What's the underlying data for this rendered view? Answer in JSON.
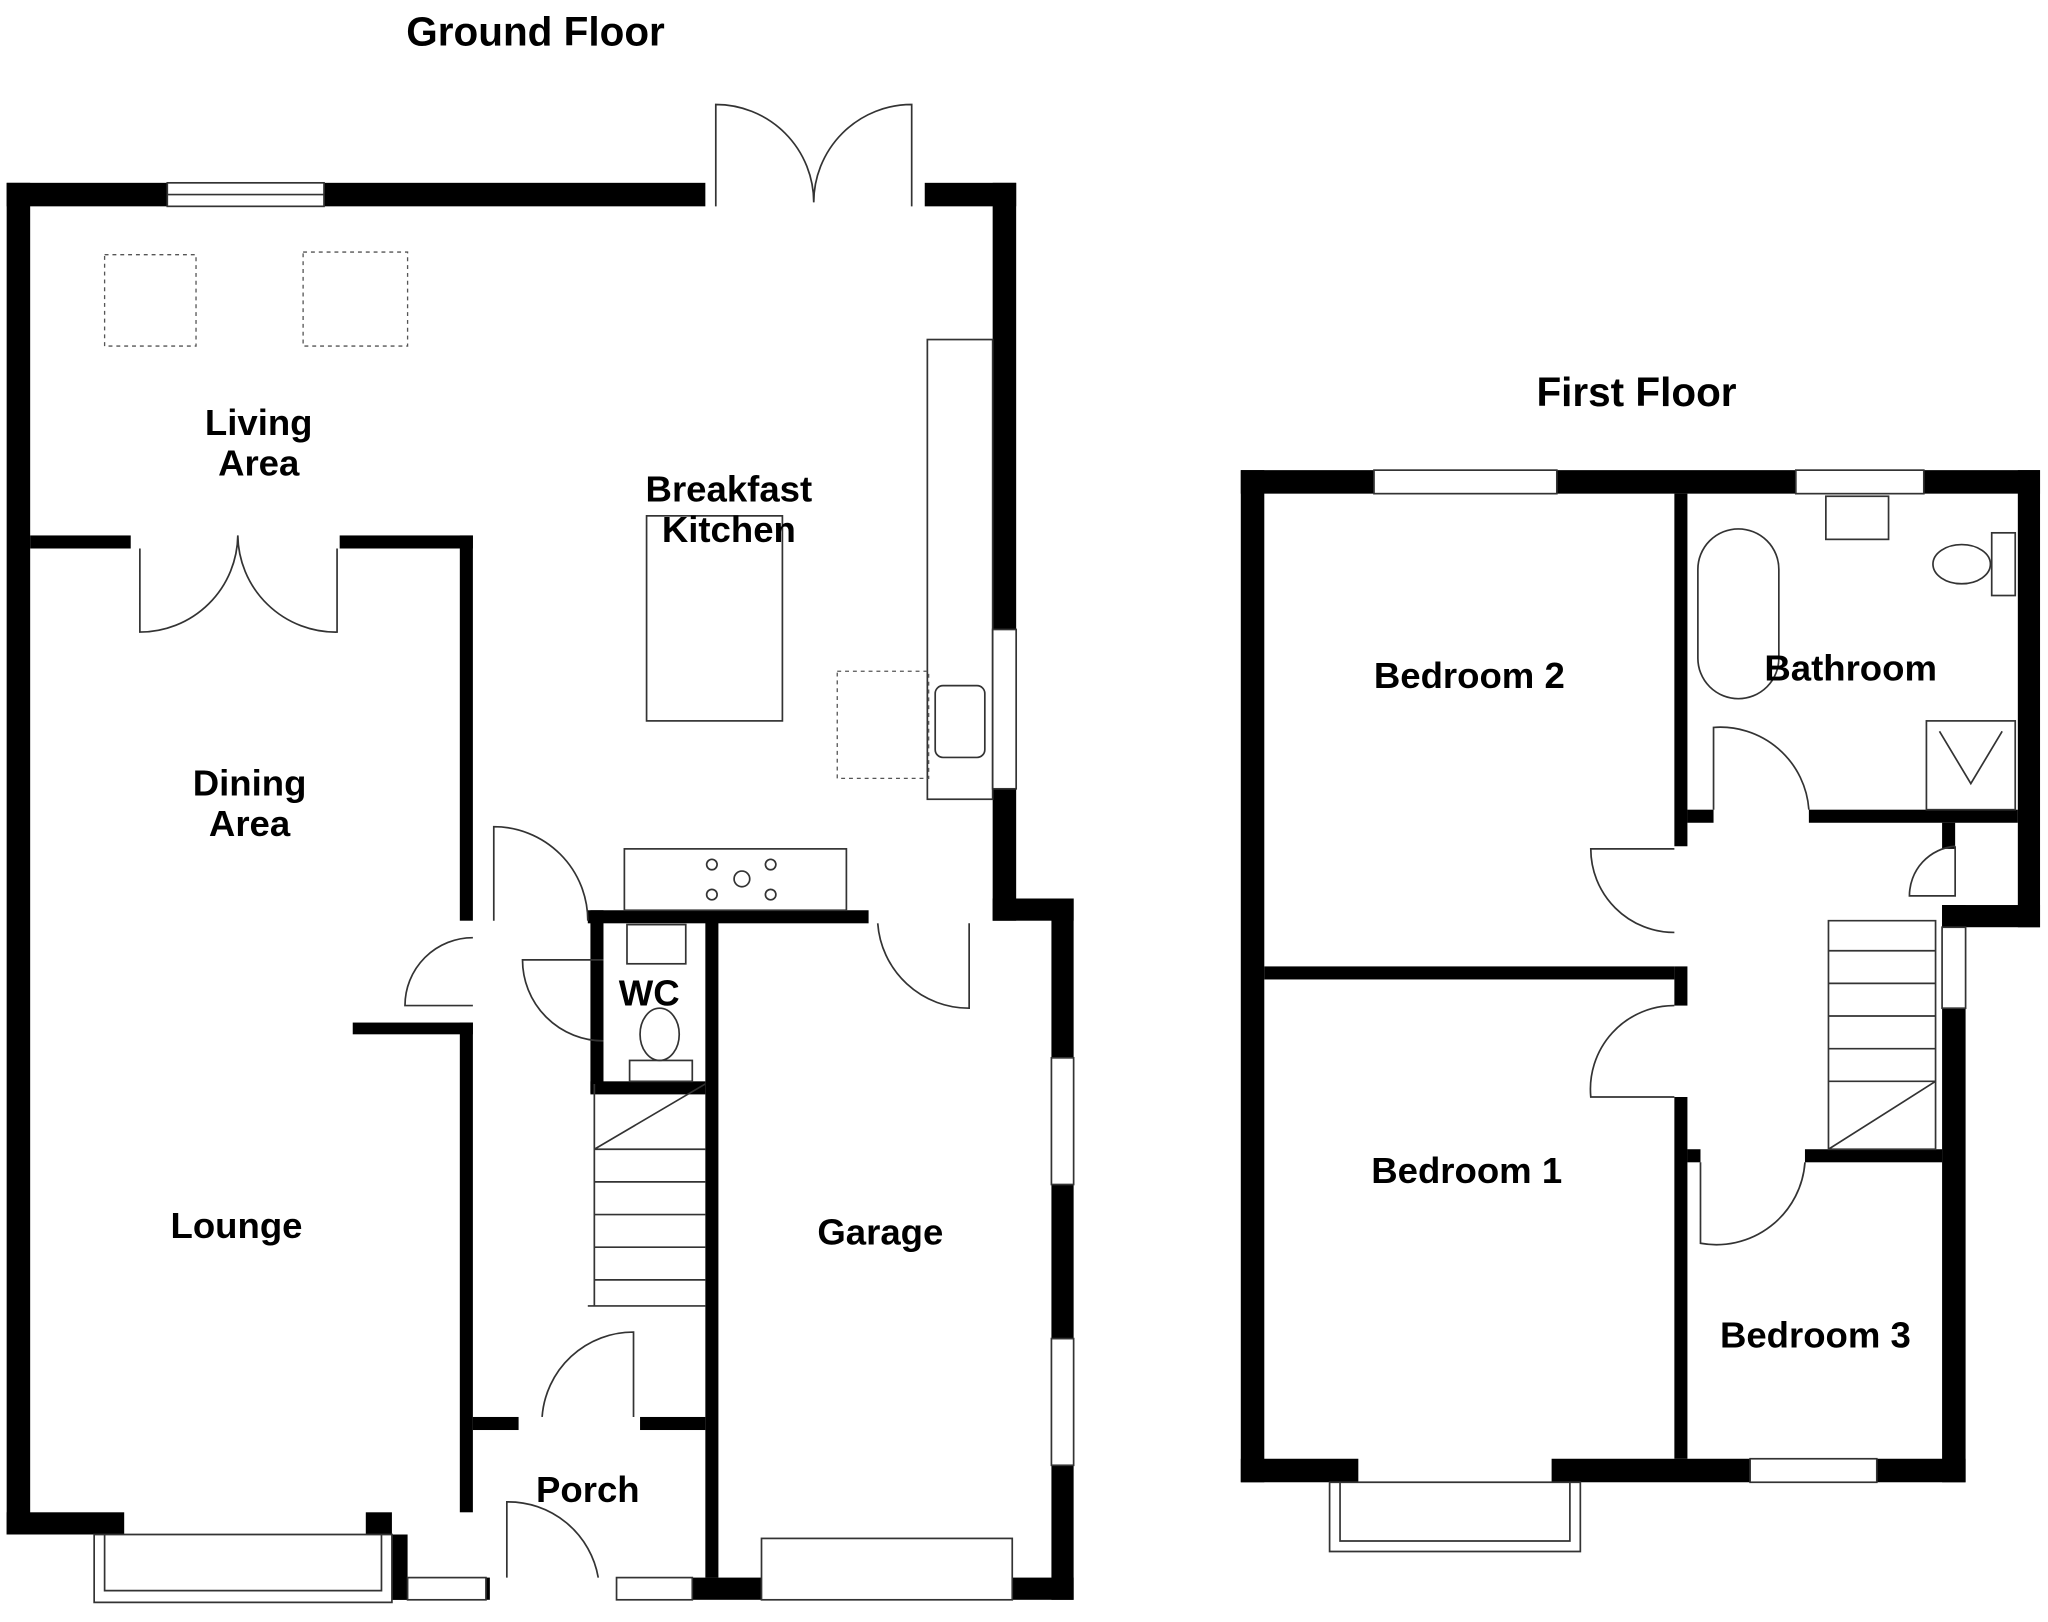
{
  "ground_floor": {
    "title": "Ground Floor",
    "rooms": {
      "living_line1": "Living",
      "living_line2": "Area",
      "kitchen_line1": "Breakfast",
      "kitchen_line2": "Kitchen",
      "dining_line1": "Dining",
      "dining_line2": "Area",
      "wc": "WC",
      "lounge": "Lounge",
      "garage": "Garage",
      "porch": "Porch"
    }
  },
  "first_floor": {
    "title": "First Floor",
    "rooms": {
      "bedroom2": "Bedroom 2",
      "bathroom": "Bathroom",
      "bedroom1": "Bedroom 1",
      "bedroom3": "Bedroom 3"
    }
  }
}
